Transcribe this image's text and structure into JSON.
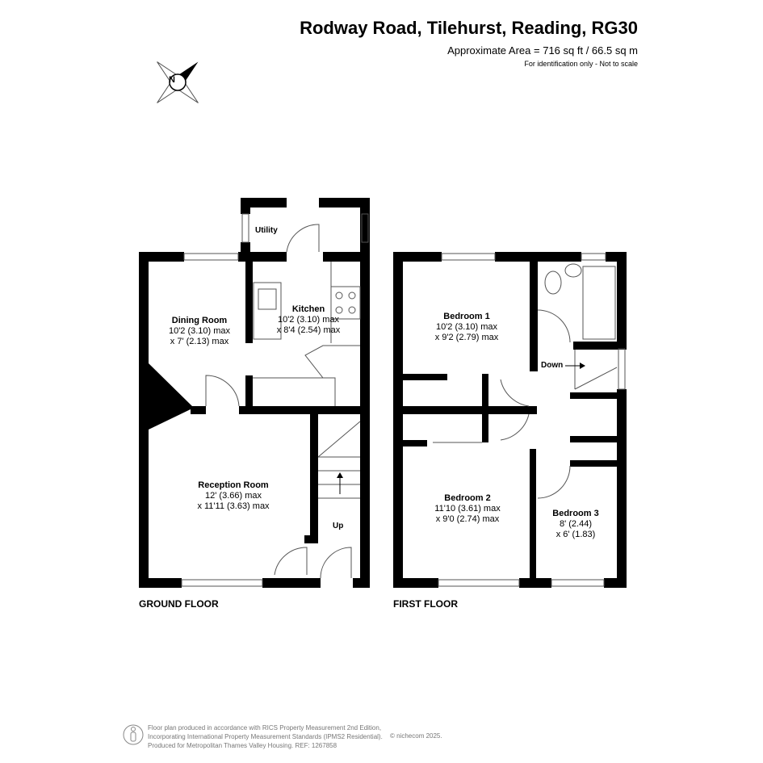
{
  "header": {
    "title": "Rodway Road, Tilehurst, Reading, RG30",
    "area": "Approximate Area = 716 sq ft / 66.5 sq m",
    "note": "For identification only - Not to scale"
  },
  "compass": {
    "label": "N"
  },
  "ground_floor": {
    "label": "GROUND FLOOR",
    "utility": "Utility",
    "stairs": "Up",
    "rooms": [
      {
        "name": "Dining Room",
        "dim1": "10'2 (3.10) max",
        "dim2": "x 7' (2.13) max"
      },
      {
        "name": "Kitchen",
        "dim1": "10'2 (3.10) max",
        "dim2": "x 8'4 (2.54) max"
      },
      {
        "name": "Reception Room",
        "dim1": "12' (3.66) max",
        "dim2": "x 11'11 (3.63) max"
      }
    ]
  },
  "first_floor": {
    "label": "FIRST FLOOR",
    "stairs": "Down",
    "rooms": [
      {
        "name": "Bedroom 1",
        "dim1": "10'2 (3.10) max",
        "dim2": "x 9'2 (2.79) max"
      },
      {
        "name": "Bedroom 2",
        "dim1": "11'10 (3.61) max",
        "dim2": "x 9'0 (2.74) max"
      },
      {
        "name": "Bedroom 3",
        "dim1": "8' (2.44)",
        "dim2": "x 6' (1.83)"
      }
    ]
  },
  "footer": {
    "line1": "Floor plan produced in accordance with RICS Property Measurement 2nd Edition,",
    "line2": "Incorporating International Property Measurement Standards (IPMS2 Residential).",
    "line3": "Produced for Metropolitan Thames Valley Housing.   REF: 1267858",
    "copyright": "© nichecom 2025."
  }
}
